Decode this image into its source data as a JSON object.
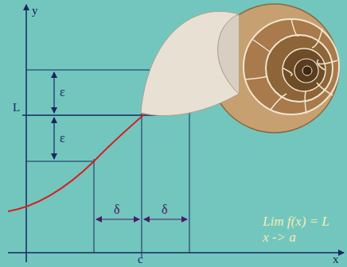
{
  "diagram": {
    "labels": [
      "y",
      "x",
      "L",
      "ε",
      "ε",
      "δ",
      "δ",
      "c",
      "Lim f(x) = L",
      "x -> a"
    ]
  }
}
